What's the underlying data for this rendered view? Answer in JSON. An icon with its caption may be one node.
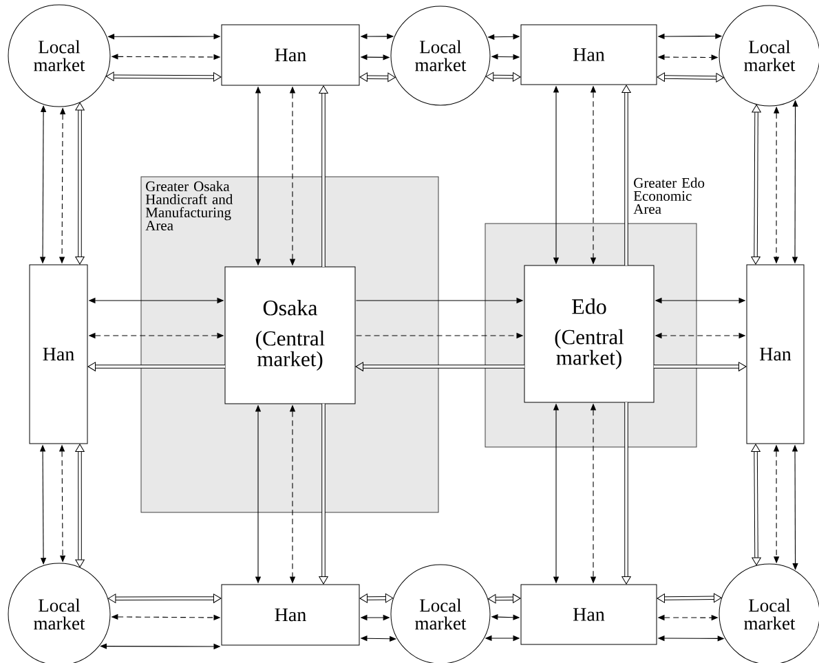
{
  "diagram": {
    "nodes": [
      {
        "text": [
          "Local market"
        ]
      },
      {
        "text": [
          "Han"
        ]
      },
      {
        "text": [
          "Local market"
        ]
      },
      {
        "text": [
          "Han"
        ]
      },
      {
        "text": [
          "Local market"
        ]
      },
      {
        "text": [
          "Greater Osaka Handicraft and Manufacturing Area"
        ]
      },
      {
        "text": [
          "Greater Edo Economic Area"
        ]
      },
      {
        "text": [
          "Han"
        ]
      },
      {
        "text": [
          "Osaka",
          "(Central market)"
        ],
        "in": 5
      },
      {
        "text": [
          "Edo",
          "(Central market)"
        ],
        "in": 6
      },
      {
        "text": [
          "Han"
        ]
      },
      {
        "text": [
          "Local market"
        ]
      },
      {
        "text": [
          "Han"
        ]
      },
      {
        "text": [
          "Local market"
        ]
      },
      {
        "text": [
          "Han"
        ]
      },
      {
        "text": [
          "Local market"
        ]
      }
    ],
    "edges": [
      {
        "from": 0,
        "to": 1,
        "arrow": "both"
      },
      {
        "from": 0,
        "to": 1,
        "arrow": "both",
        "style": "dashed"
      },
      {
        "from": 0,
        "to": 1,
        "arrow": "both",
        "style": "thick"
      },
      {
        "from": 1,
        "to": 2,
        "arrow": "both"
      },
      {
        "from": 1,
        "to": 2,
        "arrow": "both"
      },
      {
        "from": 1,
        "to": 2,
        "arrow": "both",
        "style": "thick"
      },
      {
        "from": 2,
        "to": 3,
        "arrow": "both"
      },
      {
        "from": 2,
        "to": 3,
        "arrow": "both"
      },
      {
        "from": 2,
        "to": 3,
        "arrow": "both",
        "style": "thick"
      },
      {
        "from": 3,
        "to": 4,
        "arrow": "both"
      },
      {
        "from": 3,
        "to": 4,
        "arrow": "both",
        "style": "dashed"
      },
      {
        "from": 3,
        "to": 4,
        "arrow": "both",
        "style": "thick"
      },
      {
        "from": 0,
        "to": 7,
        "arrow": "both"
      },
      {
        "from": 0,
        "to": 7,
        "arrow": "both",
        "style": "dashed"
      },
      {
        "from": 0,
        "to": 7,
        "arrow": "both",
        "style": "thick"
      },
      {
        "from": 1,
        "to": 8,
        "arrow": "both"
      },
      {
        "from": 1,
        "to": 8,
        "arrow": "both",
        "style": "dashed"
      },
      {
        "from": 8,
        "to": 1,
        "arrow": "to",
        "style": "thick"
      },
      {
        "from": 3,
        "to": 9,
        "arrow": "both"
      },
      {
        "from": 3,
        "to": 9,
        "arrow": "both",
        "style": "dashed"
      },
      {
        "from": 9,
        "to": 3,
        "arrow": "to",
        "style": "thick"
      },
      {
        "from": 4,
        "to": 10,
        "arrow": "both",
        "style": "thick"
      },
      {
        "from": 4,
        "to": 10,
        "arrow": "both",
        "style": "dashed"
      },
      {
        "from": 4,
        "to": 10,
        "arrow": "both"
      },
      {
        "from": 7,
        "to": 8,
        "arrow": "both"
      },
      {
        "from": 7,
        "to": 8,
        "arrow": "both",
        "style": "dashed"
      },
      {
        "from": 8,
        "to": 7,
        "arrow": "to",
        "style": "thick"
      },
      {
        "from": 8,
        "to": 9,
        "arrow": "to"
      },
      {
        "from": 8,
        "to": 9,
        "arrow": "to",
        "style": "dashed"
      },
      {
        "from": 9,
        "to": 8,
        "arrow": "to",
        "style": "thick"
      },
      {
        "from": 9,
        "to": 10,
        "arrow": "both"
      },
      {
        "from": 9,
        "to": 10,
        "arrow": "both",
        "style": "dashed"
      },
      {
        "from": 9,
        "to": 10,
        "arrow": "to",
        "style": "thick"
      },
      {
        "from": 7,
        "to": 11,
        "arrow": "both"
      },
      {
        "from": 7,
        "to": 11,
        "arrow": "both",
        "style": "dashed"
      },
      {
        "from": 7,
        "to": 11,
        "arrow": "both",
        "style": "thick"
      },
      {
        "from": 8,
        "to": 12,
        "arrow": "both"
      },
      {
        "from": 8,
        "to": 12,
        "arrow": "both",
        "style": "dashed"
      },
      {
        "from": 8,
        "to": 12,
        "arrow": "to",
        "style": "thick"
      },
      {
        "from": 9,
        "to": 14,
        "arrow": "both"
      },
      {
        "from": 9,
        "to": 14,
        "arrow": "both",
        "style": "dashed"
      },
      {
        "from": 9,
        "to": 14,
        "arrow": "to",
        "style": "thick"
      },
      {
        "from": 10,
        "to": 15,
        "arrow": "both",
        "style": "thick"
      },
      {
        "from": 10,
        "to": 15,
        "arrow": "both",
        "style": "dashed"
      },
      {
        "from": 10,
        "to": 15,
        "arrow": "both"
      },
      {
        "from": 11,
        "to": 12,
        "arrow": "both",
        "style": "thick"
      },
      {
        "from": 11,
        "to": 12,
        "arrow": "both",
        "style": "dashed"
      },
      {
        "from": 11,
        "to": 12,
        "arrow": "both"
      },
      {
        "from": 12,
        "to": 13,
        "arrow": "both",
        "style": "thick"
      },
      {
        "from": 12,
        "to": 13,
        "arrow": "both"
      },
      {
        "from": 12,
        "to": 13,
        "arrow": "both"
      },
      {
        "from": 13,
        "to": 14,
        "arrow": "both",
        "style": "thick"
      },
      {
        "from": 13,
        "to": 14,
        "arrow": "both"
      },
      {
        "from": 13,
        "to": 14,
        "arrow": "both"
      },
      {
        "from": 14,
        "to": 15,
        "arrow": "both",
        "style": "thick"
      },
      {
        "from": 14,
        "to": 15,
        "arrow": "both",
        "style": "dashed"
      },
      {
        "from": 14,
        "to": 15,
        "arrow": "both"
      }
    ]
  }
}
